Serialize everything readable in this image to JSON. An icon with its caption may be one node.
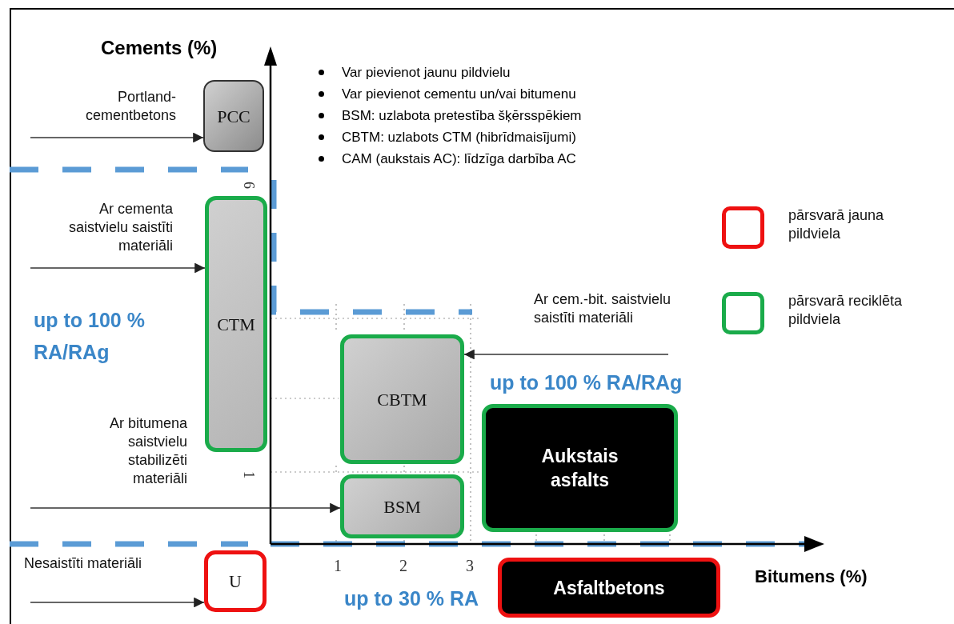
{
  "diagram": {
    "nodes": [
      {
        "text": [
          "PCC"
        ],
        "beside": [
          "Portland- cementbetons"
        ]
      },
      {
        "text": [
          "CTM"
        ],
        "beside": [
          "Ar cementa saistvielu saistīti materiāli"
        ]
      },
      {
        "text": [
          "CBTM"
        ]
      },
      {
        "text": [
          "BSM"
        ]
      },
      {
        "text": [
          "Aukstais asfalts"
        ]
      },
      {
        "text": [
          "U"
        ]
      },
      {
        "text": [
          "Asfaltbetons"
        ]
      }
    ],
    "edges": [
      {
        "from": null,
        "to": 0,
        "arrow": "to"
      },
      {
        "from": null,
        "to": 1,
        "arrow": "to"
      },
      {
        "from": null,
        "to": 2,
        "arrow": "to"
      },
      {
        "from": null,
        "to": 3,
        "arrow": "to"
      },
      {
        "from": null,
        "to": 5,
        "arrow": "to"
      }
    ],
    "labels": [
      "Cements (%)",
      "Var pievienot jaunu pildvielu",
      "Var pievienot cementu un/vai bitumenu",
      "BSM: uzlabota pretestība šķērsspēkiem",
      "CBTM: uzlabots CTM (hibrīdmaisījumi)",
      "CAM (aukstais AC): līdzīga darbība AC",
      "6",
      "Ar cem.-bit. saistvielu saistīti materiāli",
      "up to 100 % RA/RAg",
      "up to 100 % RA/RAg",
      "Ar bitumena saistvielu stabilizēti materiāli",
      "1",
      "1",
      "2",
      "3",
      "Nesaistīti materiāli",
      "up to 30 % RA",
      "Bitumens (%)"
    ],
    "legend": [
      {
        "text": "pārsvarā jauna pildviela",
        "color": "#ee1111"
      },
      {
        "text": "pārsvarā reciklēta pildviela",
        "color": "#1aab4a"
      }
    ]
  }
}
